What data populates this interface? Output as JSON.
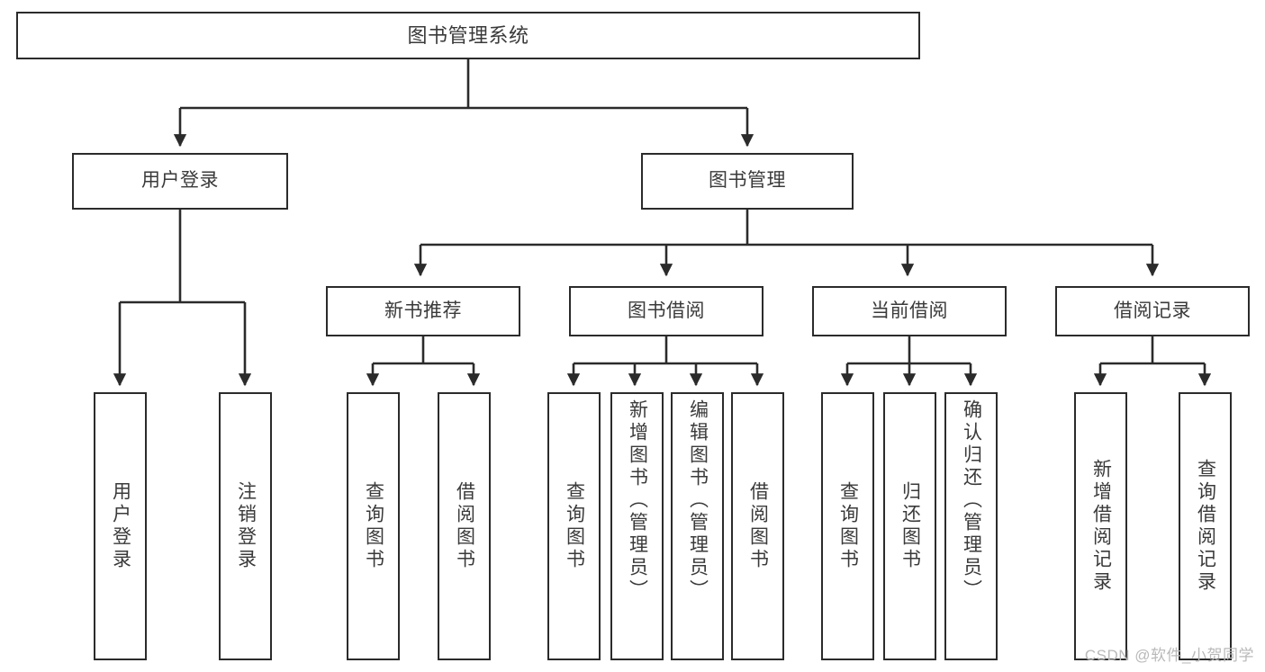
{
  "diagram": {
    "title": "图书管理系统",
    "type": "tree",
    "watermark": "CSDN @软件_小贺同学",
    "stroke_color": "#2b2b2b",
    "text_color": "#3a3a3a",
    "background_color": "#ffffff",
    "root": {
      "label": "图书管理系统"
    },
    "level2": [
      {
        "label": "用户登录"
      },
      {
        "label": "图书管理"
      }
    ],
    "level3": [
      {
        "label": "新书推荐"
      },
      {
        "label": "图书借阅"
      },
      {
        "label": "当前借阅"
      },
      {
        "label": "借阅记录"
      }
    ],
    "leaves": {
      "user_login": [
        {
          "label": "用户登录"
        },
        {
          "label": "注销登录"
        }
      ],
      "new_book_recommend": [
        {
          "label": "查询图书"
        },
        {
          "label": "借阅图书"
        }
      ],
      "book_borrow": [
        {
          "label": "查询图书"
        },
        {
          "label": "新增图书（管理员）"
        },
        {
          "label": "编辑图书（管理员）"
        },
        {
          "label": "借阅图书"
        }
      ],
      "current_borrow": [
        {
          "label": "查询图书"
        },
        {
          "label": "归还图书"
        },
        {
          "label": "确认归还（管理员）"
        }
      ],
      "borrow_record": [
        {
          "label": "新增借阅记录"
        },
        {
          "label": "查询借阅记录"
        }
      ]
    }
  }
}
